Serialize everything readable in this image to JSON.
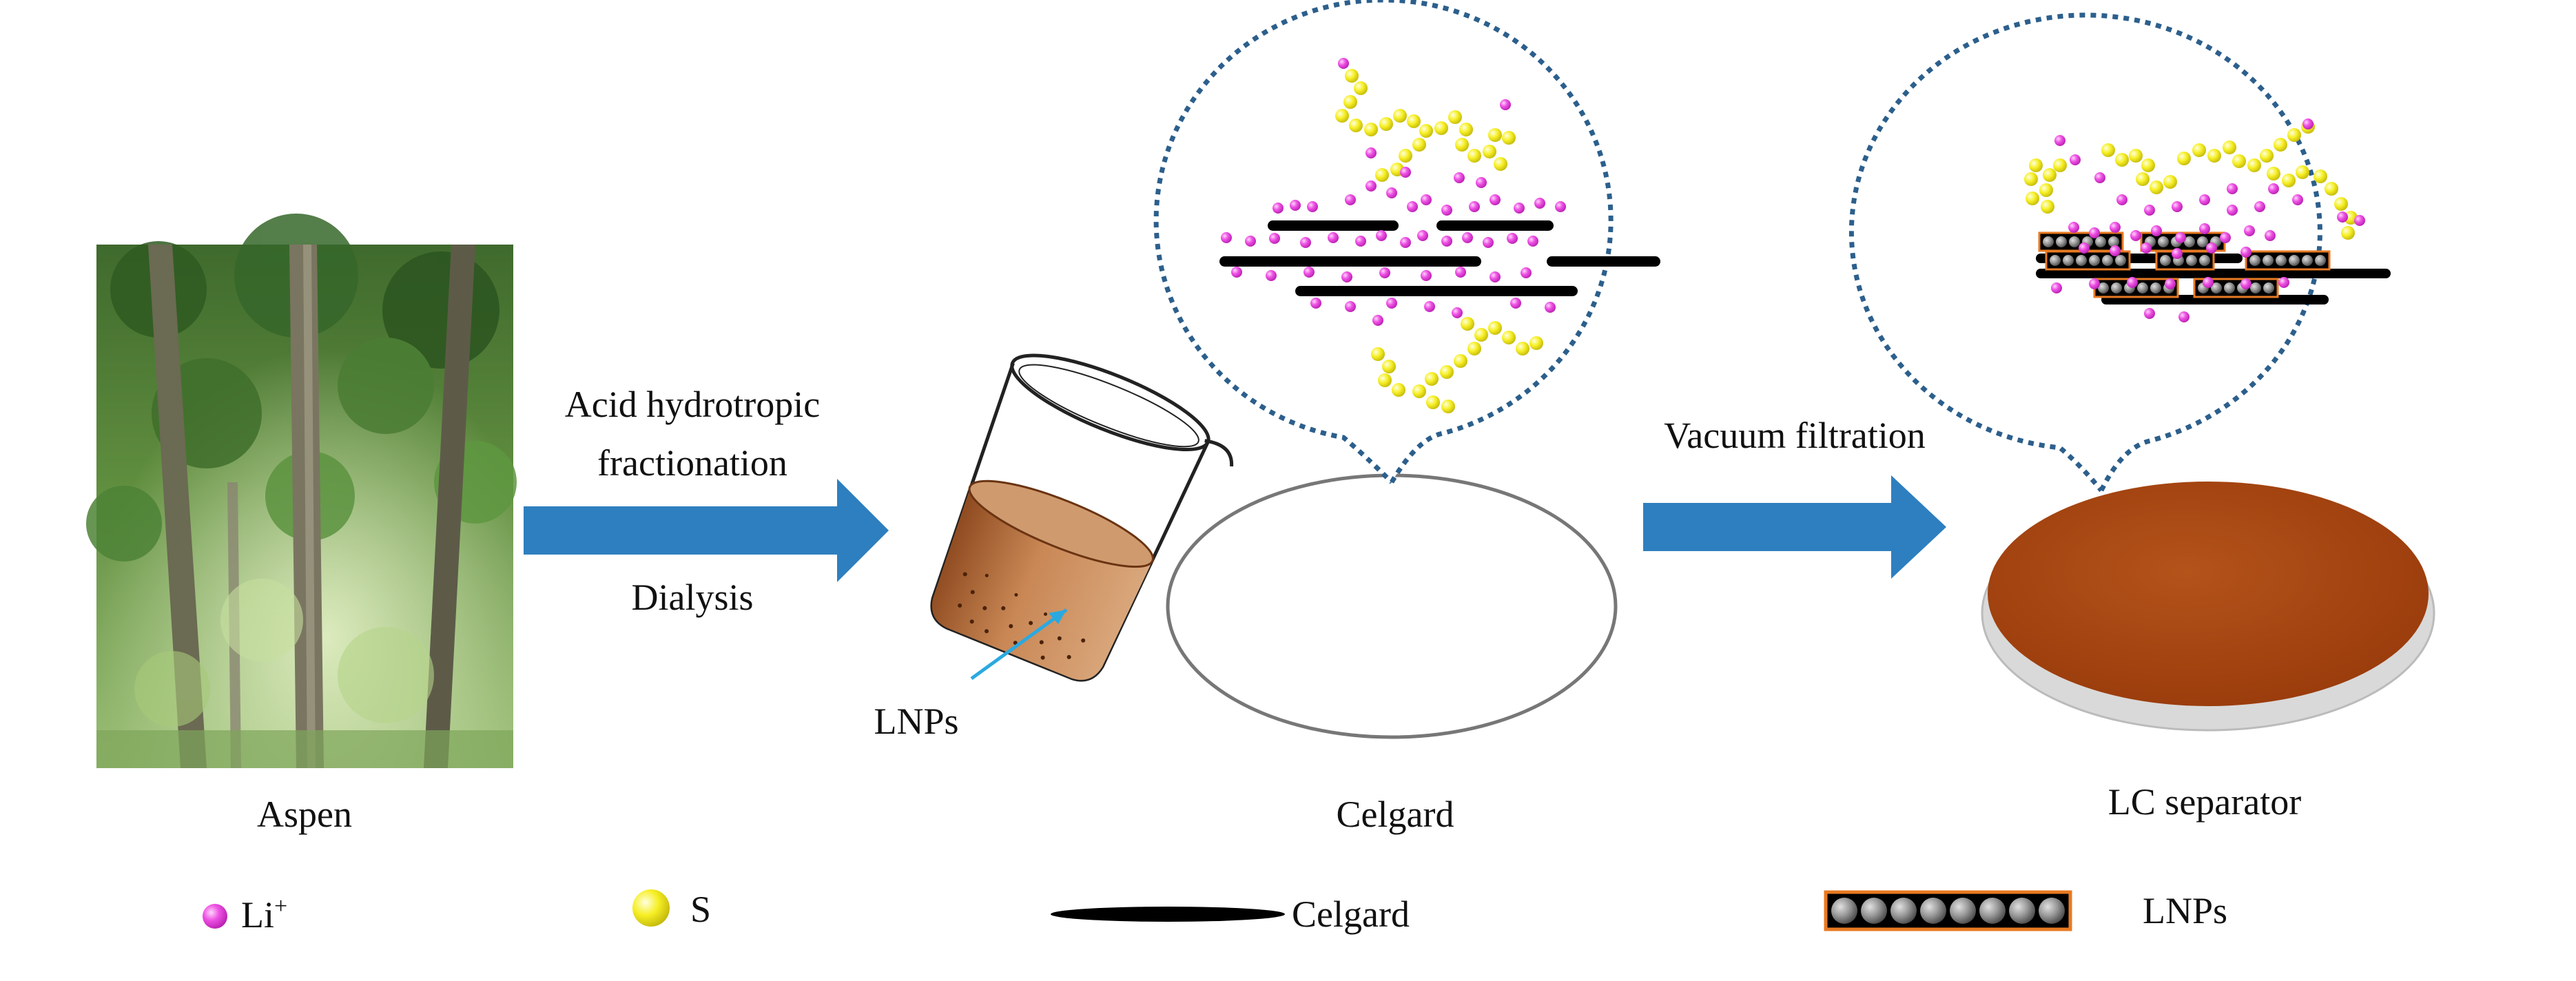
{
  "labels": {
    "aspen": "Aspen",
    "step1_line1": "Acid hydrotropic",
    "step1_line2": "fractionation",
    "step1_line3": "Dialysis",
    "lnps_pointer": "LNPs",
    "celgard": "Celgard",
    "step2": "Vacuum filtration",
    "lc_separator": "LC separator"
  },
  "legend": {
    "li_main": "Li",
    "li_sup": "+",
    "s": "S",
    "celgard": "Celgard",
    "lnps": "LNPs"
  },
  "colors": {
    "arrow": "#2e7fbf",
    "li": "#e83ce0",
    "sulfur": "#f2ee1c",
    "celgard_bar": "#000000",
    "lnp_frame": "#e87a22",
    "lnp_bead": "#8c8c8c",
    "disc": "#a7450c",
    "beaker_fill": "#b26c3e",
    "bubble_outline": "#2c5f8c",
    "lnp_pointer_arrow": "#2aa9e0"
  }
}
